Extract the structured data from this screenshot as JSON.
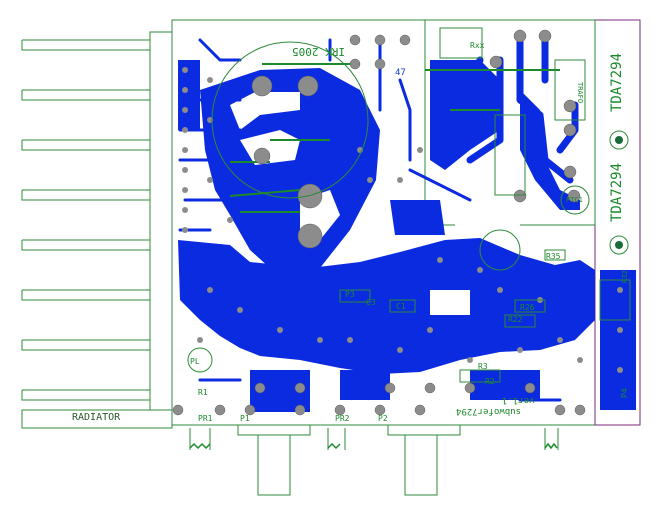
{
  "board": {
    "copyright": "IRK 2005",
    "chip_top": "TDA7294",
    "chip_bottom": "TDA7294",
    "heatsink_label": "RADIATOR",
    "project_name": "subwofer7294",
    "version": "ver1.1",
    "relay": "Rxx"
  },
  "silkscreen": {
    "trafo": "TRAFO",
    "ptc": "PTC1",
    "r47": "47",
    "pr1": "PR1",
    "pr2": "PR2",
    "p1": "P1",
    "p2": "P2",
    "p3": "P3",
    "r22": "R22",
    "r26": "R26",
    "r2": "R2",
    "r3": "R3",
    "r1": "R1",
    "r35": "R35",
    "c1": "C1",
    "c3": "C3",
    "r32": "R32",
    "p4": "P4",
    "pl": "PL"
  },
  "colors": {
    "copper_top": "#0b2be0",
    "copper_bottom": "#1a8a2a",
    "pad": "#8c8c8c",
    "outline": "#2e8a3a",
    "background": "#ffffff"
  }
}
